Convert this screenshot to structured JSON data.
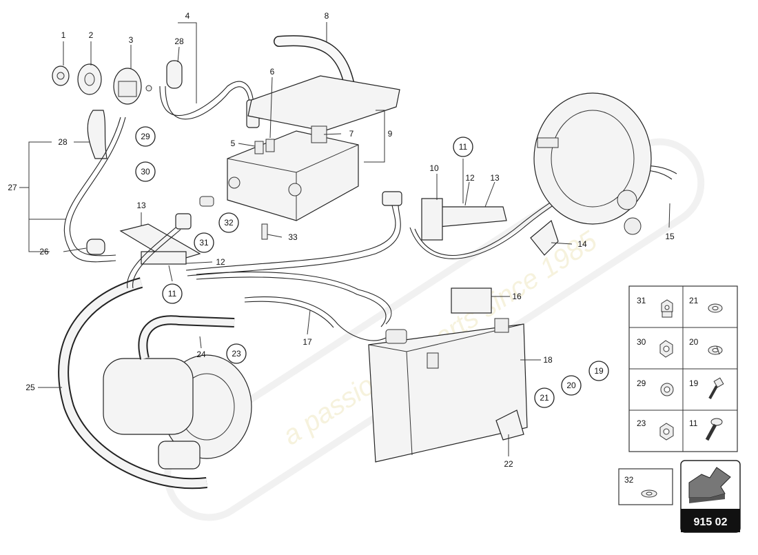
{
  "diagram": {
    "labels": {
      "l1": "1",
      "l2": "2",
      "l3": "3",
      "l4": "4",
      "l5": "5",
      "l6": "6",
      "l7": "7",
      "l8": "8",
      "l9": "9",
      "l10": "10",
      "l11a": "11",
      "l11b": "11",
      "l12a": "12",
      "l12b": "12",
      "l13a": "13",
      "l13b": "13",
      "l14": "14",
      "l15": "15",
      "l16": "16",
      "l17": "17",
      "l18": "18",
      "l19": "19",
      "l20": "20",
      "l21": "21",
      "l22": "22",
      "l23": "23",
      "l24": "24",
      "l25": "25",
      "l26": "26",
      "l27": "27",
      "l28a": "28",
      "l28b": "28",
      "l29": "29",
      "l30": "30",
      "l31": "31",
      "l32": "32",
      "l33": "33"
    },
    "legend": {
      "cells": [
        {
          "num": "31",
          "icon": "nut-icon"
        },
        {
          "num": "21",
          "icon": "washer-icon"
        },
        {
          "num": "30",
          "icon": "nut-icon"
        },
        {
          "num": "20",
          "icon": "spring-washer-icon"
        },
        {
          "num": "29",
          "icon": "washer-icon"
        },
        {
          "num": "19",
          "icon": "screw-icon"
        },
        {
          "num": "23",
          "icon": "nut-icon"
        },
        {
          "num": "11",
          "icon": "screw-icon"
        }
      ],
      "washer_box": "32"
    },
    "page_code": "915 02",
    "watermark": "a passion for parts since 1985"
  }
}
